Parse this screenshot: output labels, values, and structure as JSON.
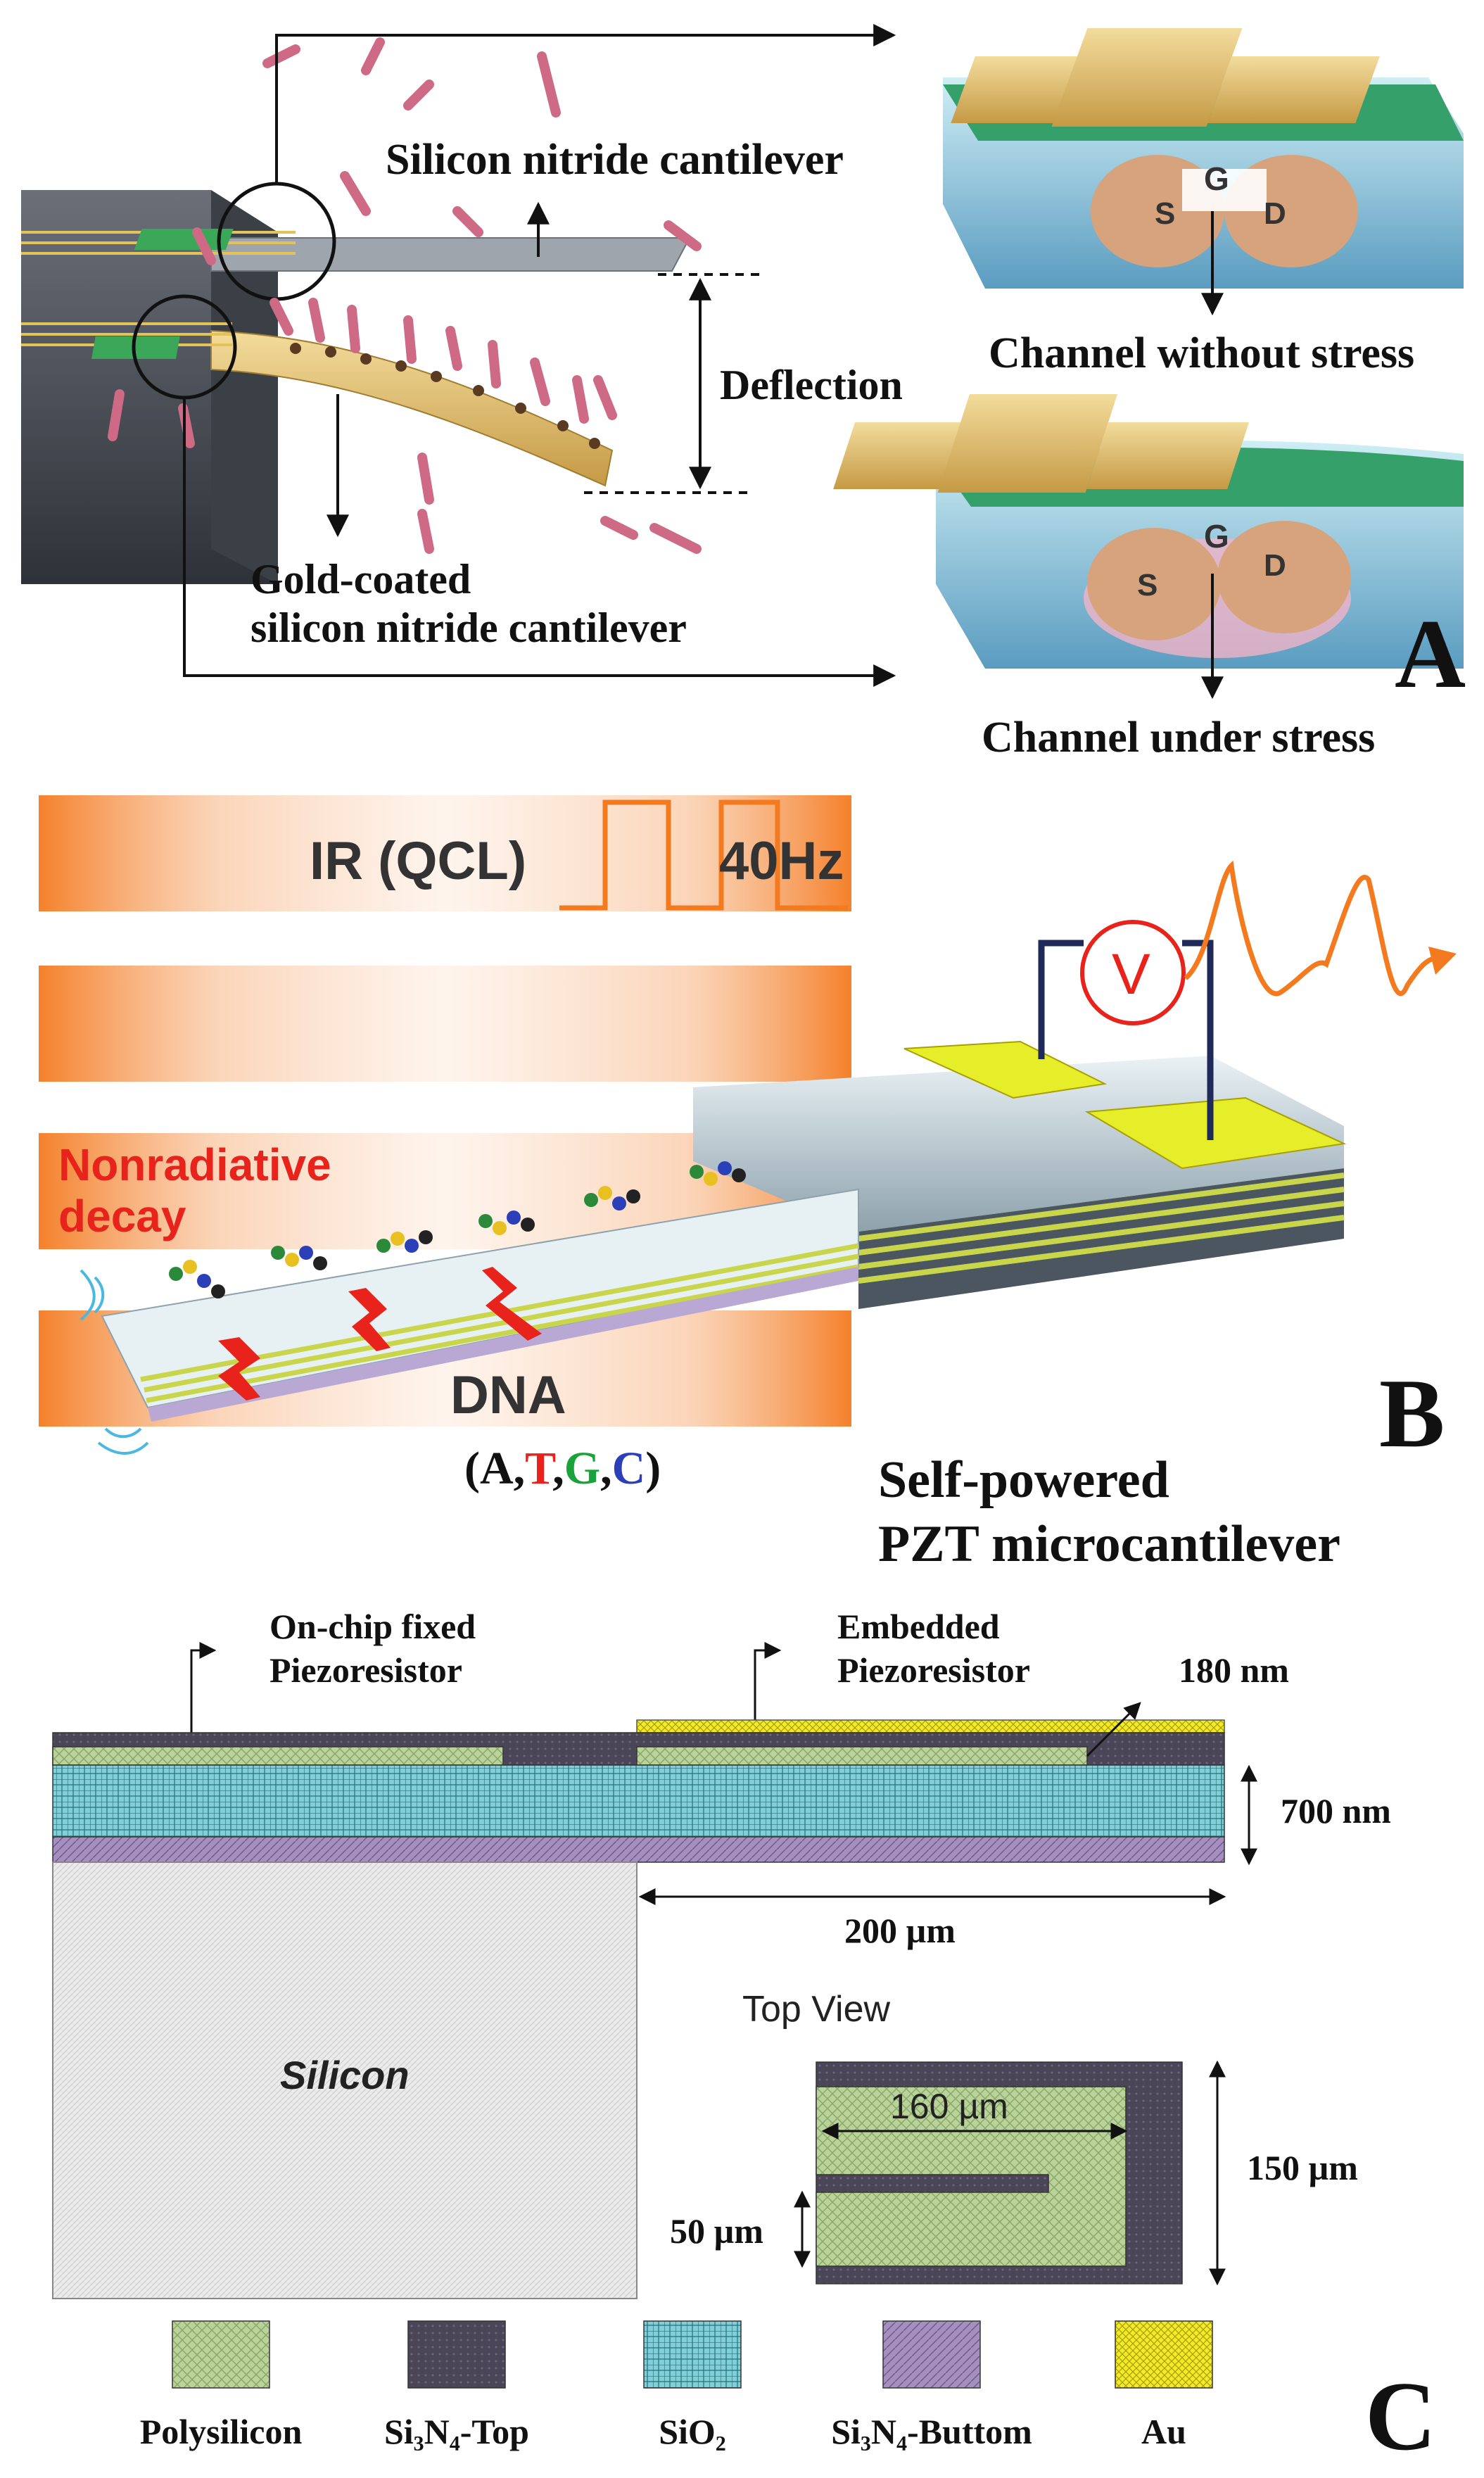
{
  "panel_a": {
    "letter": "A",
    "label_top_cantilever": "Silicon nitride cantilever",
    "label_deflection": "Deflection",
    "label_gold_line1": "Gold-coated",
    "label_gold_line2": "silicon nitride cantilever",
    "label_channel_no_stress": "Channel without stress",
    "label_channel_stress": "Channel under stress",
    "transistor_gate": "G",
    "transistor_source": "S",
    "transistor_drain": "D"
  },
  "panel_b": {
    "letter": "B",
    "label_ir": "IR (QCL)",
    "label_freq": "40Hz",
    "label_nonradiative_line1": "Nonradiative",
    "label_nonradiative_line2": "decay",
    "label_dna": "DNA",
    "bases": {
      "open": "(",
      "a": "A",
      "sep1": ",",
      "t": "T",
      "sep2": ",",
      "g": "G",
      "sep3": ",",
      "c": "C",
      "close": ")"
    },
    "voltmeter": "V",
    "label_device_line1": "Self-powered",
    "label_device_line2": "PZT microcantilever",
    "colors": {
      "t": "#e8231c",
      "g": "#1aa33a",
      "c": "#2b3fb8",
      "ir": "#f47a20"
    }
  },
  "panel_c": {
    "letter": "C",
    "label_fixed_line1": "On-chip fixed",
    "label_fixed_line2": "Piezoresistor",
    "label_embedded_line1": "Embedded",
    "label_embedded_line2": "Piezoresistor",
    "dim_180": "180 nm",
    "dim_700": "700 nm",
    "dim_200": "200 µm",
    "label_silicon": "Silicon",
    "label_top_view": "Top View",
    "dim_160": "160 µm",
    "dim_150": "150 µm",
    "dim_50": "50 µm",
    "legend": [
      {
        "label": "Polysilicon",
        "color": "#b9d39a"
      },
      {
        "label": "Si₃N₄-Top",
        "color": "#4a4658"
      },
      {
        "label": "SiO₂",
        "color": "#7fd0d8"
      },
      {
        "label": "Si₃N₄-Buttom",
        "color": "#a58fbf"
      },
      {
        "label": "Au",
        "color": "#f2ea2a"
      }
    ]
  }
}
